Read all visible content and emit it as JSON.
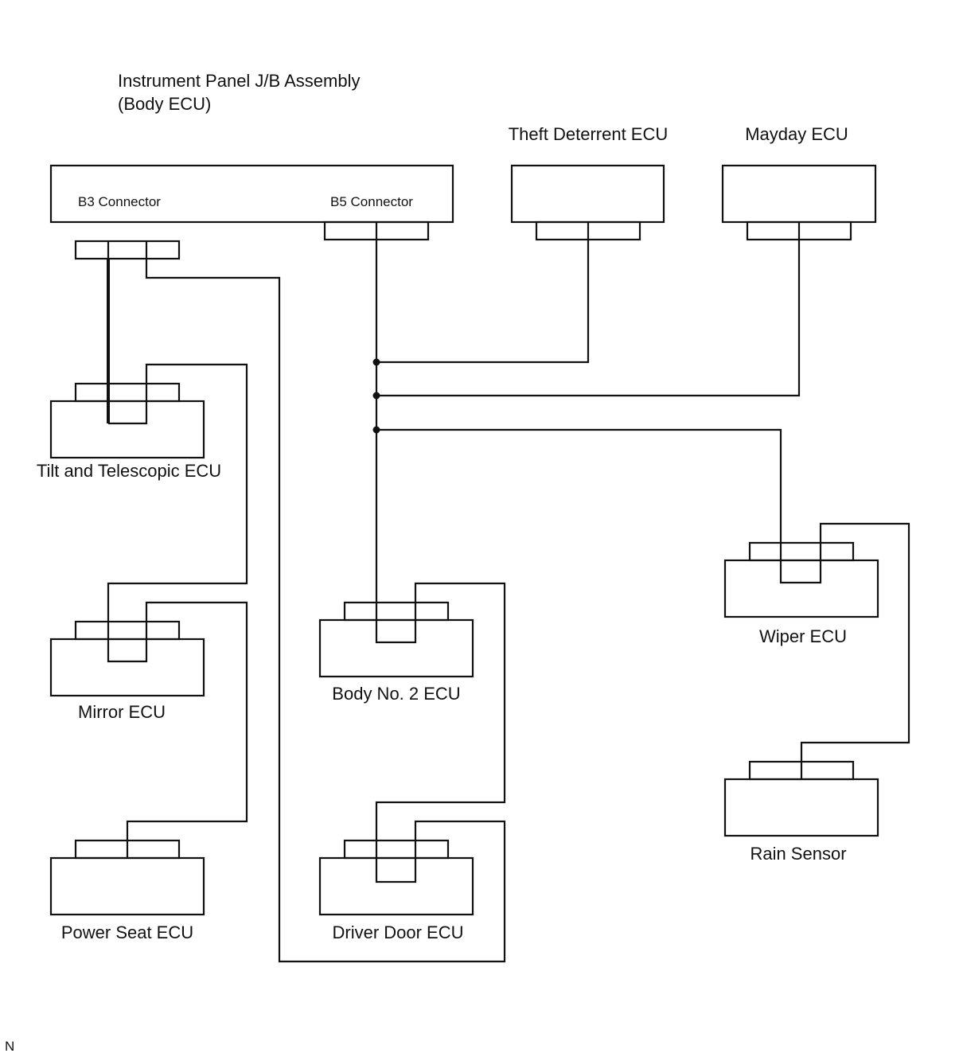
{
  "diagram": {
    "body_ecu": {
      "title_line1": "Instrument Panel J/B Assembly",
      "title_line2": "(Body ECU)",
      "b3_label": "B3 Connector",
      "b5_label": "B5 Connector"
    },
    "theft_deterrent_ecu": "Theft Deterrent ECU",
    "mayday_ecu": "Mayday ECU",
    "tilt_telescopic_ecu": "Tilt and Telescopic ECU",
    "mirror_ecu": "Mirror ECU",
    "power_seat_ecu": "Power Seat ECU",
    "body_no2_ecu": "Body No. 2 ECU",
    "driver_door_ecu": "Driver Door ECU",
    "wiper_ecu": "Wiper ECU",
    "rain_sensor": "Rain Sensor",
    "corner_mark": "N"
  }
}
